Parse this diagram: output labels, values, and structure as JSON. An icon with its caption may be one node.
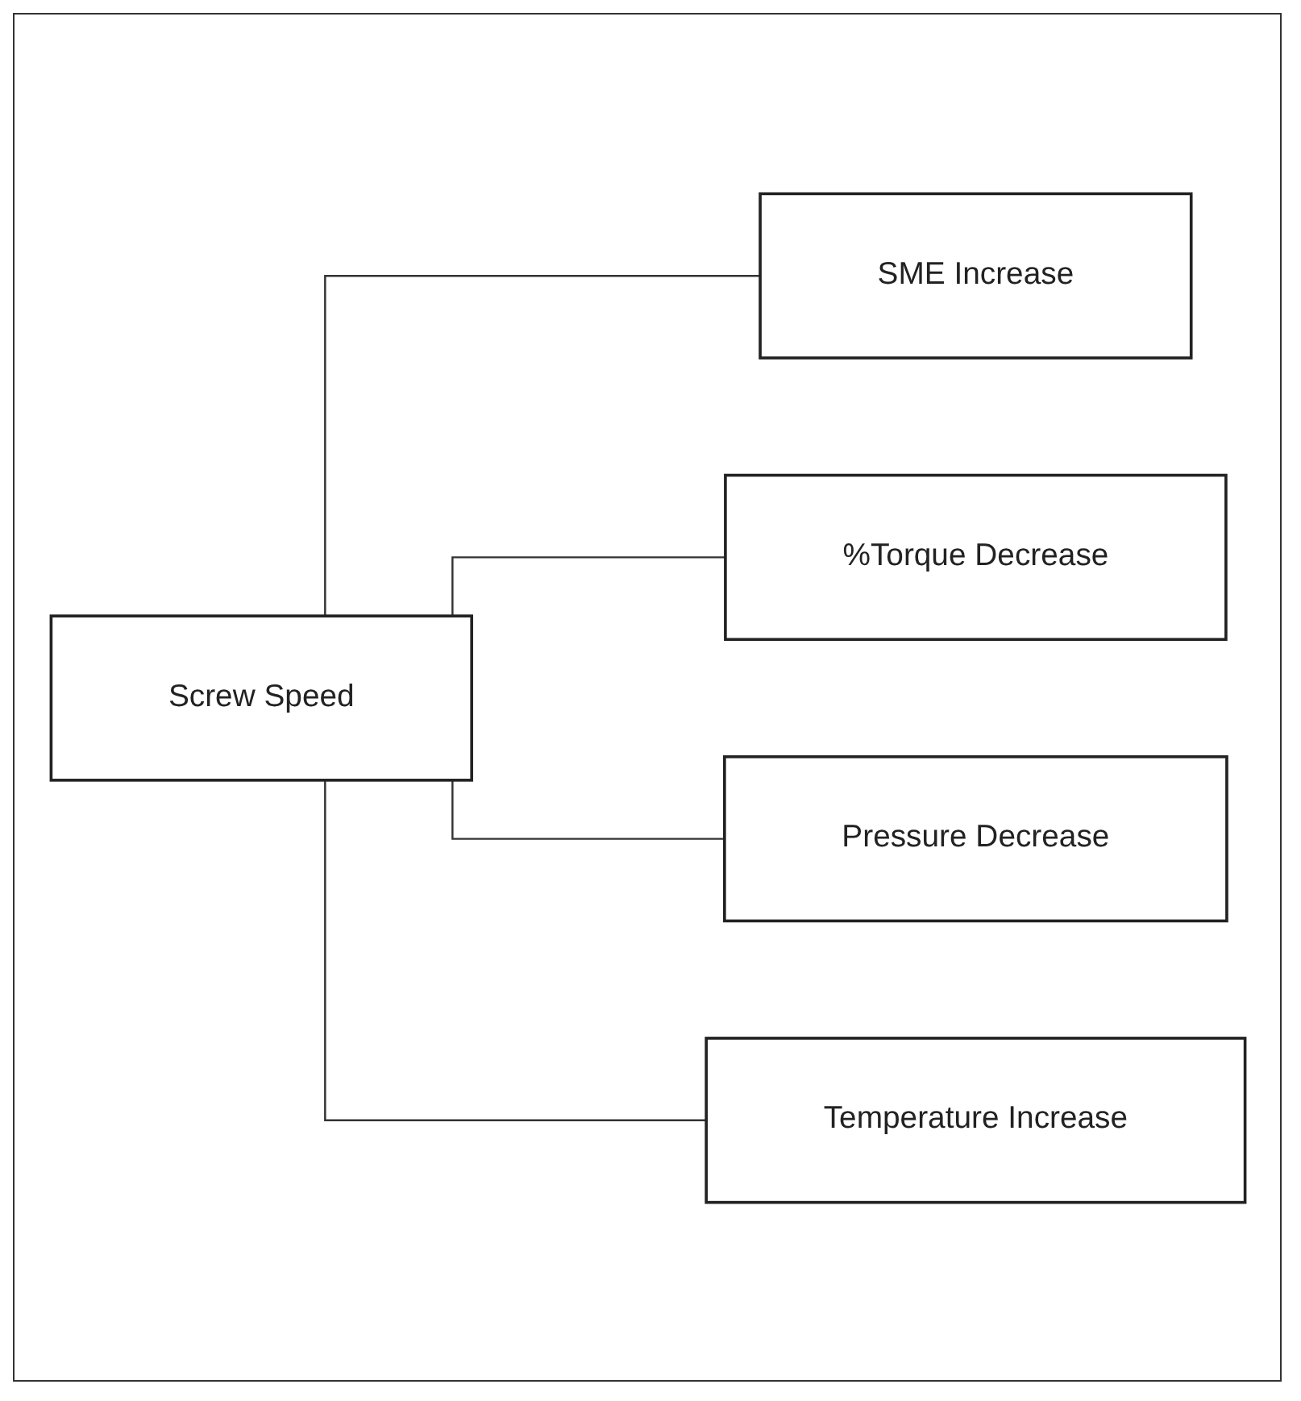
{
  "diagram": {
    "nodes": [
      {
        "text": [
          "Screw Speed"
        ]
      },
      {
        "text": [
          "SME Increase"
        ]
      },
      {
        "text": [
          "%Torque Decrease"
        ]
      },
      {
        "text": [
          "Pressure Decrease"
        ]
      },
      {
        "text": [
          "Temperature Increase"
        ]
      }
    ],
    "edges": [
      {
        "from": 0,
        "to": 1,
        "arrow": "none"
      },
      {
        "from": 0,
        "to": 2,
        "arrow": "none"
      },
      {
        "from": 0,
        "to": 3,
        "arrow": "none"
      },
      {
        "from": 0,
        "to": 4,
        "arrow": "none"
      }
    ]
  }
}
